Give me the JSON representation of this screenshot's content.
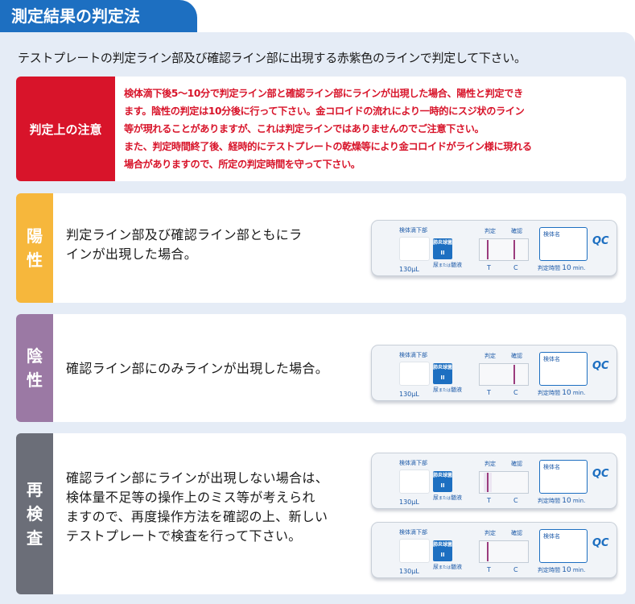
{
  "title": "測定結果の判定法",
  "intro": "テストプレートの判定ライン部及び確認ライン部に出現する赤紫色のラインで判定して下さい。",
  "caution": {
    "label": "判定上の注意",
    "lines": [
      "検体滴下後5〜10分で判定ライン部と確認ライン部にラインが出現した場合、陽性と判定でき",
      "ます。陰性の判定は10分後に行って下さい。金コロイドの流れにより一時的にスジ状のライン",
      "等が現れることがありますが、これは判定ラインではありませんのでご注意下さい。",
      "また、判定時間終了後、経時的にテストプレートの乾燥等により金コロイドがライン様に現れる",
      "場合がありますので、所定の判定時間を守って下さい。"
    ]
  },
  "colors": {
    "blue": "#1d6fc1",
    "red": "#d8142a",
    "positive": "#f6b73c",
    "negative": "#9b79a4",
    "retest": "#6b6e78",
    "line": "#9b3c7d"
  },
  "results": [
    {
      "label_chars": [
        "陽",
        "性"
      ],
      "text_lines": [
        "判定ライン部及び確認ライン部ともにラ",
        "インが出現した場合。"
      ]
    },
    {
      "label_chars": [
        "陰",
        "性"
      ],
      "text_lines": [
        "確認ライン部にのみラインが出現した場合。"
      ]
    },
    {
      "label_chars": [
        "再",
        "検",
        "査"
      ],
      "text_lines": [
        "確認ライン部にラインが出現しない場合は、",
        "検体量不足等の操作上のミス等が考えられ",
        "ますので、再度操作方法を確認の上、新しい",
        "テストプレートで検査を行って下さい。"
      ]
    }
  ],
  "plate": {
    "drop_label": "検体滴下部",
    "judge_label": "判定",
    "confirm_label": "確認",
    "specimen_label": "検体名",
    "product_line1": "肺炎球菌",
    "product_line2": "II",
    "sample_label": "尿",
    "sample_sub": "または",
    "csf_label": "髄液",
    "volume": "130μL",
    "t_label": "T",
    "c_label": "C",
    "time_label": "判定時間",
    "time_value": "10",
    "time_unit": "min.",
    "logo": "QC"
  }
}
